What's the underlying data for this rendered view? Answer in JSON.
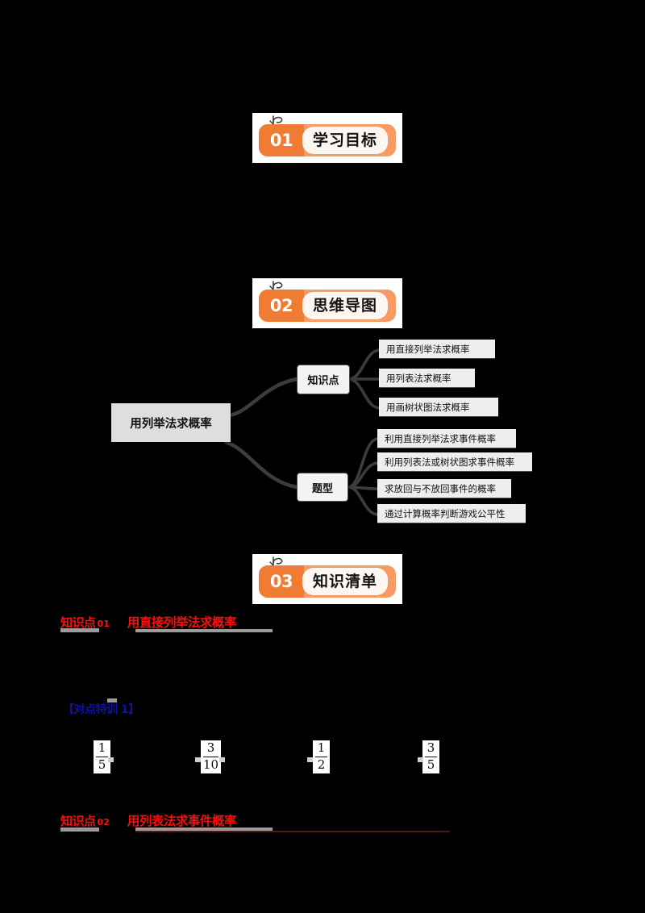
{
  "document": {
    "background_color": "#000000",
    "accent_orange": "#f07b33",
    "accent_orange_light": "#f79a63",
    "red": "#fc0d0d",
    "blue": "#1211a6"
  },
  "sections": [
    {
      "number": "01",
      "title": "学习目标",
      "icon": "sprout-icon"
    },
    {
      "number": "02",
      "title": "思维导图",
      "icon": "sprout-icon"
    },
    {
      "number": "03",
      "title": "知识清单",
      "icon": "sprout-icon"
    }
  ],
  "mindmap": {
    "root": "用列举法求概率",
    "branches": [
      {
        "label": "知识点",
        "leaves": [
          "用直接列举法求概率",
          "用列表法求概率",
          "用画树状图法求概率"
        ]
      },
      {
        "label": "题型",
        "leaves": [
          "利用直接列举法求事件概率",
          "利用列表法或树状图求事件概率",
          "求放回与不放回事件的概率",
          "通过计算概率判断游戏公平性"
        ]
      }
    ]
  },
  "knowledge_list": {
    "items": [
      {
        "tag": "知识点",
        "number": "01",
        "title": "用直接列举法求概率"
      },
      {
        "tag": "知识点",
        "number": "02",
        "title": "用列表法求事件概率"
      }
    ],
    "drill_label": "【对点特训 1】",
    "options": [
      {
        "numerator": "1",
        "denominator": "5"
      },
      {
        "numerator": "3",
        "denominator": "10"
      },
      {
        "numerator": "1",
        "denominator": "2"
      },
      {
        "numerator": "3",
        "denominator": "5"
      }
    ]
  }
}
